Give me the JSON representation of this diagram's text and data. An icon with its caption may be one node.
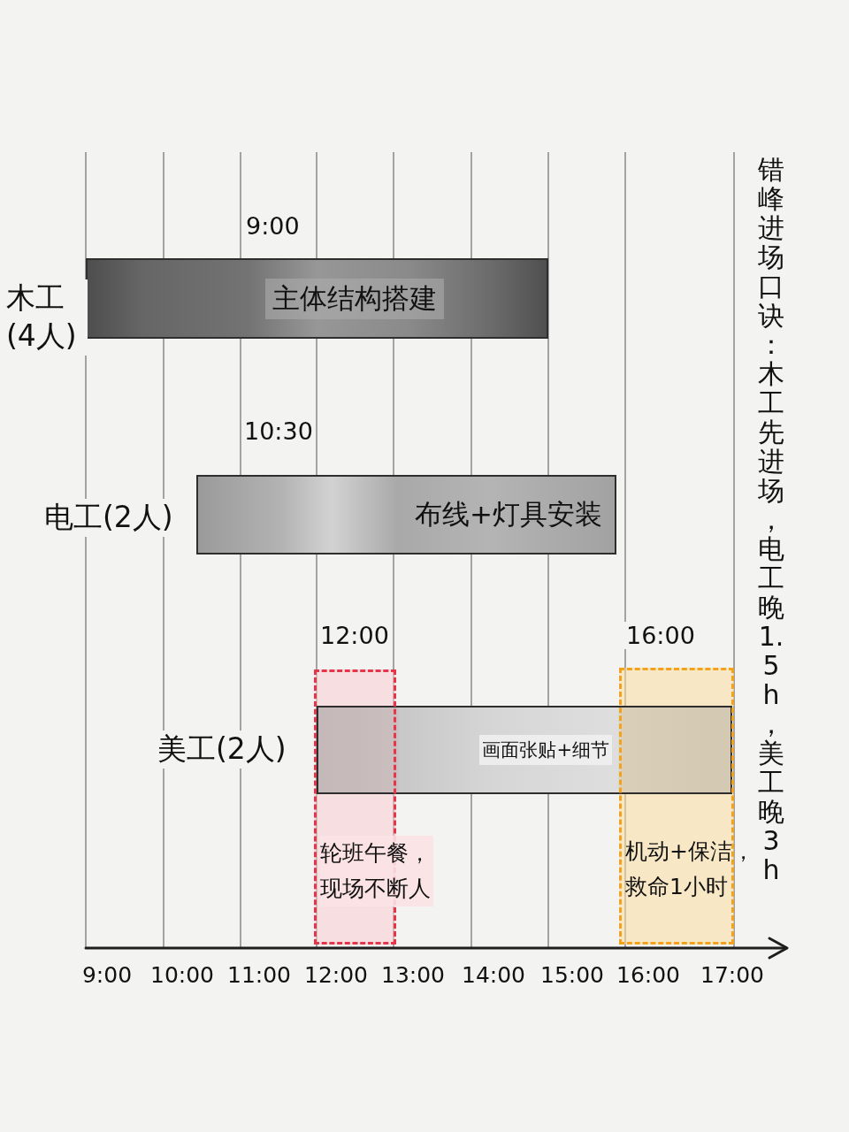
{
  "diagram": {
    "nodes": [
      {
        "text": [
          "主体结构搭建"
        ],
        "beside": [
          "木工(4人)",
          "9:00"
        ]
      },
      {
        "text": [
          "布线+灯具安装"
        ],
        "beside": [
          "电工(2人)",
          "10:30"
        ]
      },
      {
        "text": [
          "画面张贴+细节"
        ],
        "beside": [
          "美工(2人)"
        ]
      },
      {
        "text": [
          "轮班午餐，现场不断人"
        ],
        "beside": [
          "12:00"
        ]
      },
      {
        "text": [
          "机动+保洁，救命1小时"
        ],
        "beside": [
          "16:00"
        ]
      }
    ],
    "labels": [
      "错峰进场口诀：木工先进场，电工晚1.5h，美工晚3h",
      "9:00",
      "10:00",
      "11:00",
      "12:00",
      "13:00",
      "14:00",
      "15:00",
      "16:00",
      "17:00"
    ]
  }
}
